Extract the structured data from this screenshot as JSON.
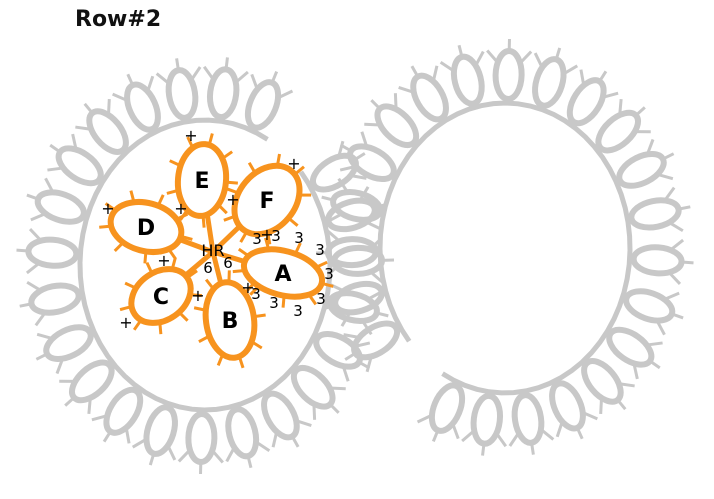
{
  "title": "Row#2",
  "colors": {
    "base_row": "#c8c8c8",
    "active_row": "#f7931e",
    "text": "#000000"
  },
  "rings": [
    {
      "id": "A",
      "label": "A",
      "stitch_counts": [
        "3",
        "3",
        "3",
        "3",
        "3",
        "3",
        "3",
        "3",
        "3"
      ]
    },
    {
      "id": "B",
      "label": "B"
    },
    {
      "id": "C",
      "label": "C"
    },
    {
      "id": "D",
      "label": "D"
    },
    {
      "id": "E",
      "label": "E"
    },
    {
      "id": "F",
      "label": "F"
    }
  ],
  "join_marker": "+",
  "hr_label": "HR",
  "hr_counts": [
    "6",
    "6"
  ]
}
